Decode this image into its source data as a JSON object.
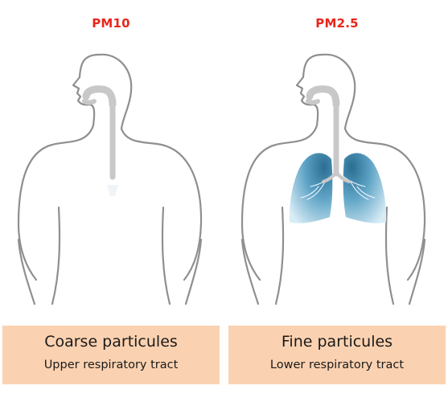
{
  "panels": [
    {
      "title": "PM10",
      "caption_main": "Coarse particules",
      "caption_sub": "Upper respiratory tract"
    },
    {
      "title": "PM2.5",
      "caption_main": "Fine particules",
      "caption_sub": "Lower respiratory tract"
    }
  ],
  "colors": {
    "title": "#e8271c",
    "outline": "#8f8f8f",
    "airway": "#c8c8c8",
    "lung_dark": "#2a6f93",
    "lung_light": "#d8ecf6",
    "caption_bg": "#fbd2b1"
  }
}
